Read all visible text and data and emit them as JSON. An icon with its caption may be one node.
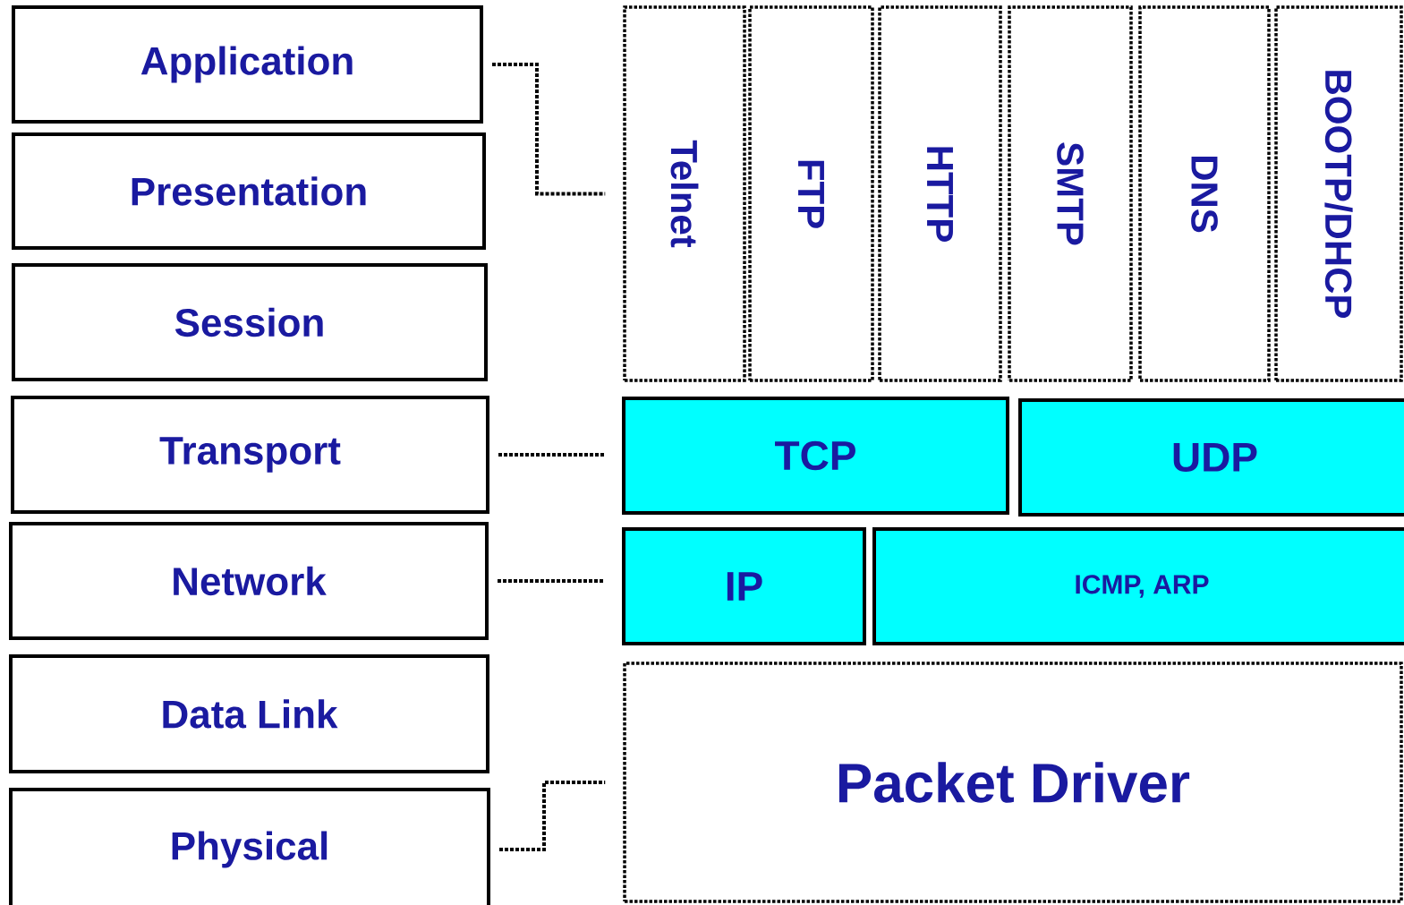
{
  "diagram": {
    "nodes": [
      {
        "text": [
          "Application"
        ]
      },
      {
        "text": [
          "Presentation"
        ]
      },
      {
        "text": [
          "Session"
        ]
      },
      {
        "text": [
          "Transport"
        ]
      },
      {
        "text": [
          "Network"
        ]
      },
      {
        "text": [
          "Data Link"
        ]
      },
      {
        "text": [
          "Physical"
        ]
      },
      {
        "text": [
          "Telnet"
        ]
      },
      {
        "text": [
          "FTP"
        ]
      },
      {
        "text": [
          "HTTP"
        ]
      },
      {
        "text": [
          "SMTP"
        ]
      },
      {
        "text": [
          "DNS"
        ]
      },
      {
        "text": [
          "BOOTP/DHCP"
        ]
      },
      {
        "text": [
          "TCP"
        ]
      },
      {
        "text": [
          "UDP"
        ]
      },
      {
        "text": [
          "IP"
        ]
      },
      {
        "text": [
          "ICMP, ARP"
        ]
      },
      {
        "text": [
          "Packet Driver"
        ]
      }
    ],
    "edges": [
      {
        "from": 0,
        "to": 7,
        "arrow": "none",
        "style": "dashed"
      },
      {
        "from": 3,
        "to": 13,
        "arrow": "none",
        "style": "dashed"
      },
      {
        "from": 4,
        "to": 15,
        "arrow": "none",
        "style": "dashed"
      },
      {
        "from": 6,
        "to": 17,
        "arrow": "none",
        "style": "dashed"
      }
    ]
  }
}
